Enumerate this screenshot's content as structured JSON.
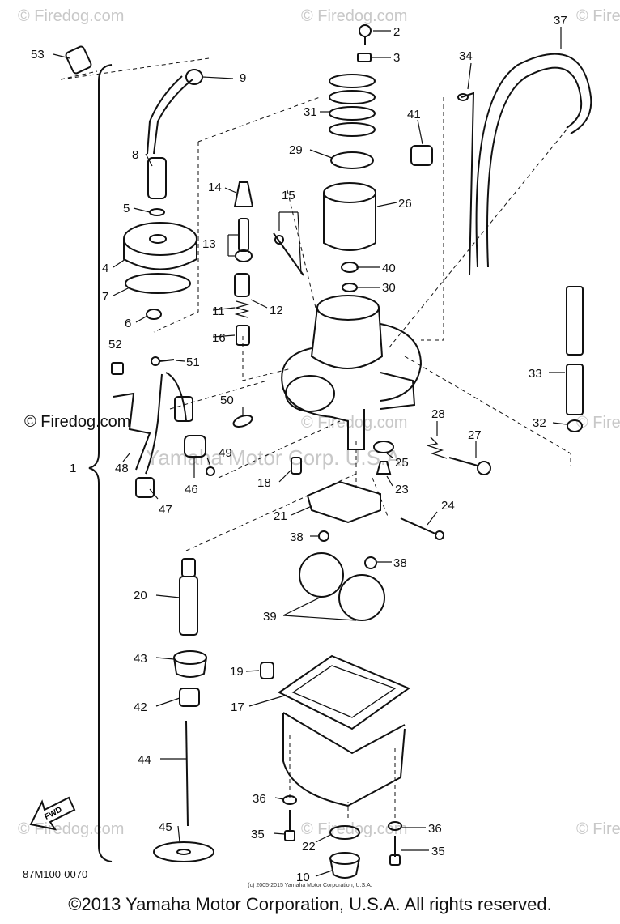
{
  "watermarks": {
    "firedog": "© Firedog.com",
    "yamaha": "Yamaha Motor Corp. U.S.A."
  },
  "callouts": [
    "53",
    "2",
    "3",
    "37",
    "9",
    "34",
    "31",
    "41",
    "8",
    "29",
    "5",
    "14",
    "15",
    "26",
    "13",
    "4",
    "7",
    "40",
    "30",
    "11",
    "12",
    "6",
    "16",
    "52",
    "51",
    "33",
    "50",
    "28",
    "27",
    "32",
    "48",
    "49",
    "25",
    "47",
    "46",
    "18",
    "23",
    "21",
    "24",
    "38",
    "1",
    "38b",
    "20",
    "39",
    "43",
    "19",
    "17",
    "42",
    "44",
    "36",
    "45",
    "35",
    "36b",
    "22",
    "35b",
    "10"
  ],
  "labels": {
    "c53": "53",
    "c2": "2",
    "c3": "3",
    "c37": "37",
    "c9": "9",
    "c34": "34",
    "c31": "31",
    "c41": "41",
    "c8": "8",
    "c29": "29",
    "c5": "5",
    "c14": "14",
    "c15": "15",
    "c26": "26",
    "c13": "13",
    "c4": "4",
    "c7": "7",
    "c40": "40",
    "c30": "30",
    "c11": "11",
    "c12": "12",
    "c6": "6",
    "c16": "16",
    "c52": "52",
    "c51": "51",
    "c33": "33",
    "c50": "50",
    "c28": "28",
    "c27": "27",
    "c32": "32",
    "c48": "48",
    "c49": "49",
    "c25": "25",
    "c47": "47",
    "c46": "46",
    "c18": "18",
    "c23": "23",
    "c21": "21",
    "c24": "24",
    "c38": "38",
    "c1": "1",
    "c38b": "38",
    "c20": "20",
    "c39": "39",
    "c43": "43",
    "c19": "19",
    "c17": "17",
    "c42": "42",
    "c44": "44",
    "c36": "36",
    "c45": "45",
    "c35": "35",
    "c36b": "36",
    "c22": "22",
    "c35b": "35",
    "c10": "10"
  },
  "fwd_label": "FWD",
  "drawing_code": "87M100-0070",
  "small_copyright": "(c) 2005-2015 Yamaha Motor Corporation, U.S.A.",
  "footer": "©2013 Yamaha Motor Corporation, U.S.A. All rights reserved."
}
